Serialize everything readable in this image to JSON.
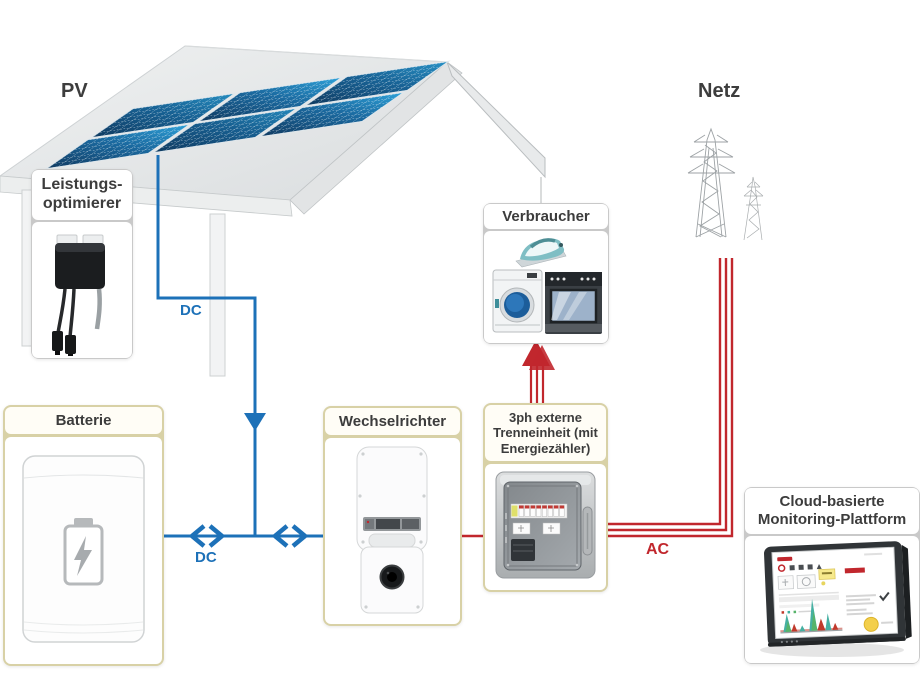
{
  "title_labels": {
    "pv": "PV",
    "netz": "Netz"
  },
  "line_labels": {
    "dc_roof": "DC",
    "dc_battery": "DC",
    "ac": "AC"
  },
  "nodes": {
    "optimierer": {
      "line1": "Leistungs-",
      "line2": "optimierer"
    },
    "batterie": {
      "label": "Batterie"
    },
    "wechselrichter": {
      "label": "Wechselrichter"
    },
    "verbraucher": {
      "label": "Verbraucher"
    },
    "trenneinheit": {
      "line1": "3ph externe",
      "line2": "Trenneinheit (mit",
      "line3": "Energiezähler)"
    },
    "cloud": {
      "line1": "Cloud-basierte",
      "line2": "Monitoring-Plattform"
    }
  },
  "colors": {
    "dc_blue": "#1d71b8",
    "ac_red": "#c1272d",
    "box_beige_border": "#d8d1a6",
    "box_gray_border": "#c9c9c9",
    "label_text": "#3c3c3c",
    "panel_dark": "#14466e",
    "panel_light": "#2d9fd6",
    "roof_gray": "#e9ebec"
  }
}
